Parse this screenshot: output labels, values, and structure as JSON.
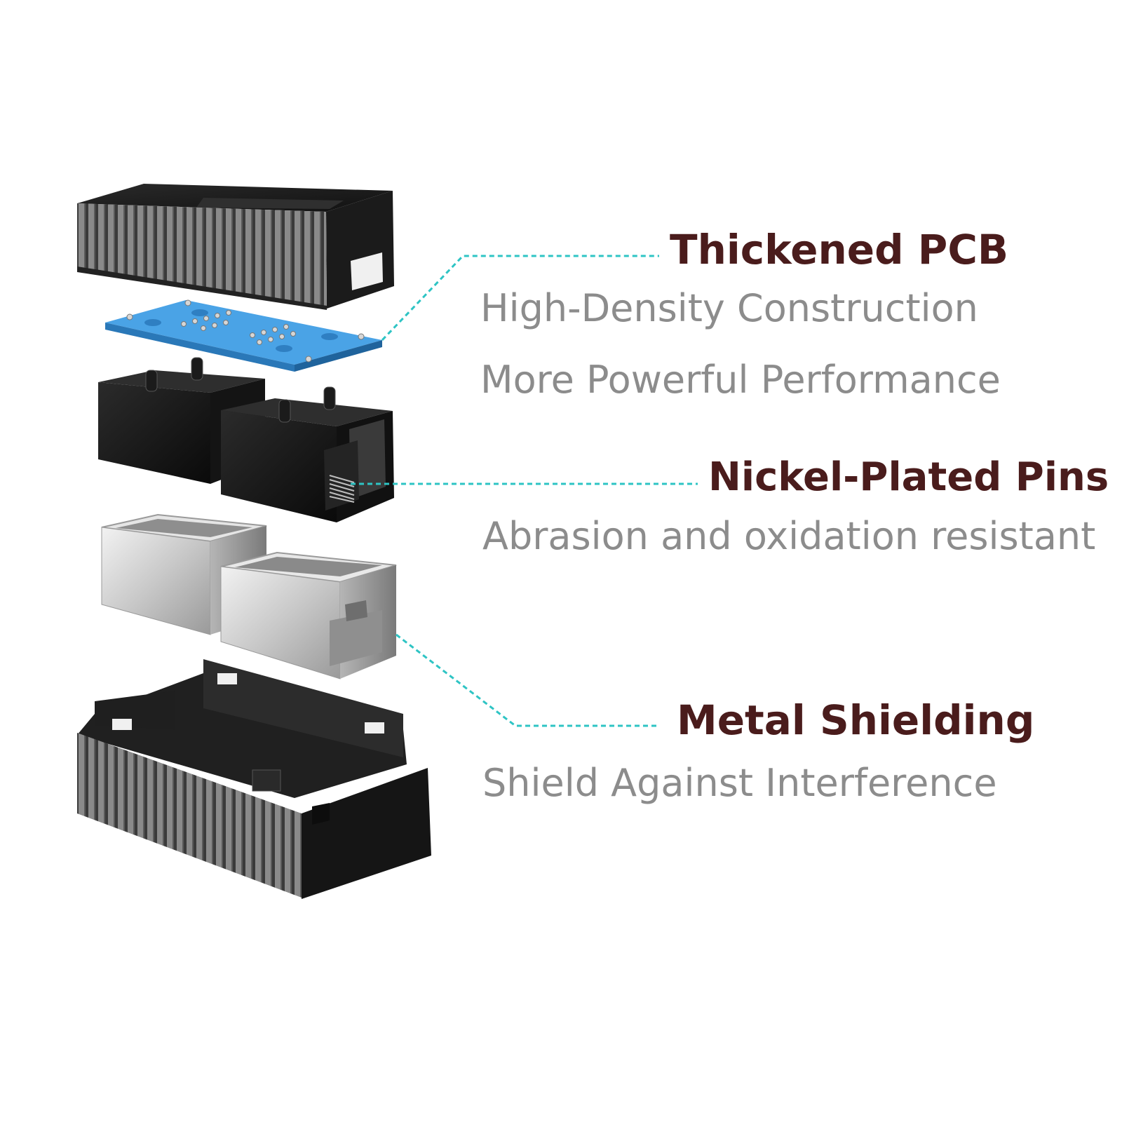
{
  "colors": {
    "title": "#4a1c1c",
    "subtitle": "#8c8c8c",
    "leader": "#2ec4c4",
    "pcb": "#4aa3e6",
    "housing": "#1a1a1a",
    "shield": "#c9c9c9"
  },
  "features": [
    {
      "title": "Thickened PCB",
      "lines": [
        "High-Density Construction",
        "More Powerful Performance"
      ]
    },
    {
      "title": "Nickel-Plated Pins",
      "lines": [
        "Abrasion and oxidation resistant"
      ]
    },
    {
      "title": "Metal Shielding",
      "lines": [
        "Shield Against Interference"
      ]
    }
  ],
  "parts": [
    {
      "icon": "top-housing-icon"
    },
    {
      "icon": "pcb-board-icon"
    },
    {
      "icon": "rj45-jack-icon"
    },
    {
      "icon": "metal-shield-icon"
    },
    {
      "icon": "bottom-housing-icon"
    }
  ]
}
